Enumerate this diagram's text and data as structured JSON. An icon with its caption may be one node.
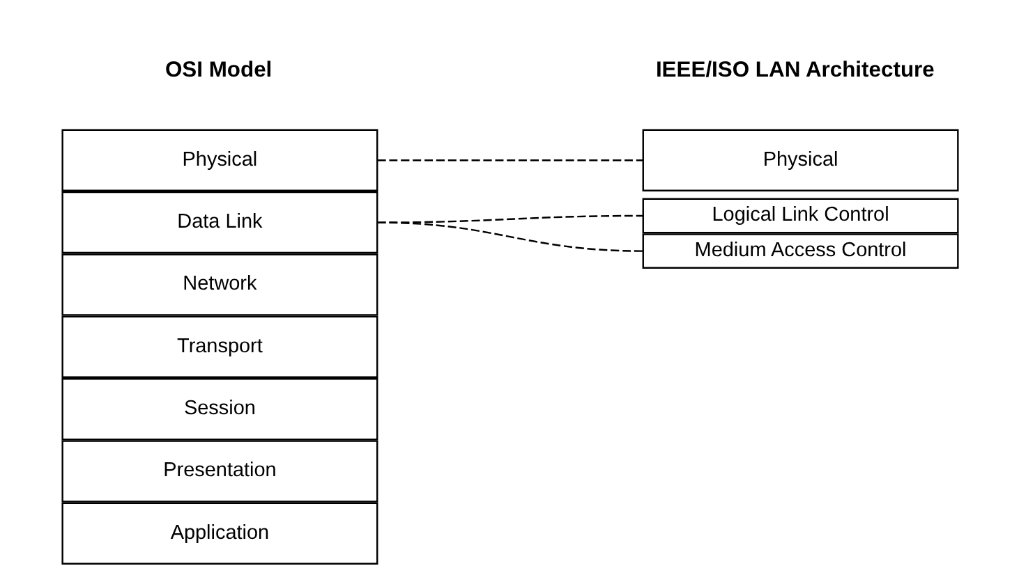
{
  "diagram": {
    "nodes": [
      {
        "text": [
          "Application"
        ]
      },
      {
        "text": [
          "Presentation"
        ]
      },
      {
        "text": [
          "Session"
        ]
      },
      {
        "text": [
          "Transport"
        ]
      },
      {
        "text": [
          "Network"
        ]
      },
      {
        "text": [
          "Data Link"
        ]
      },
      {
        "text": [
          "Physical"
        ]
      },
      {
        "text": [
          "Logical Link Control"
        ]
      },
      {
        "text": [
          "Medium Access Control"
        ]
      },
      {
        "text": [
          "Physical"
        ]
      }
    ],
    "edges": [
      {
        "from": 5,
        "to": 7,
        "arrow": "none",
        "style": "dashed"
      },
      {
        "from": 5,
        "to": 8,
        "arrow": "none",
        "style": "dashed"
      },
      {
        "from": 6,
        "to": 9,
        "arrow": "none",
        "style": "dashed"
      }
    ],
    "labels": [
      "OSI Model",
      "IEEE/ISO LAN Architecture"
    ]
  }
}
